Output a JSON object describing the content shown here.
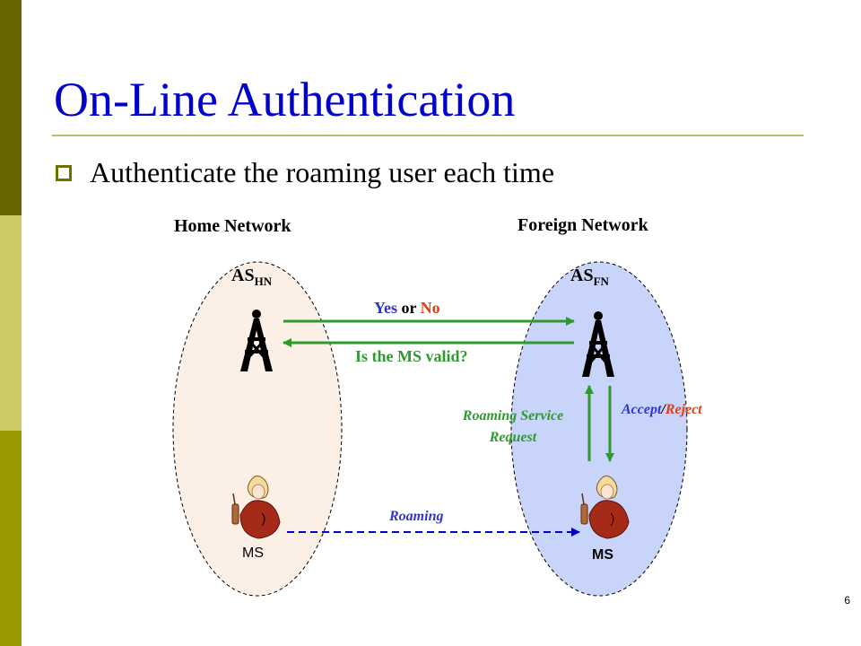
{
  "slide": {
    "title": "On-Line Authentication",
    "bullet": "Authenticate the roaming user each time",
    "page_number": "6"
  },
  "diagram": {
    "home_network_label": "Home Network",
    "foreign_network_label": "Foreign Network",
    "as_home": {
      "base": "AS",
      "sub": "HN"
    },
    "as_foreign": {
      "base": "AS",
      "sub": "FN"
    },
    "msg_yes": "Yes",
    "msg_or": "or",
    "msg_no": "No",
    "msg_query": "Is the MS valid?",
    "roaming_request": [
      "Roaming Service",
      "Request"
    ],
    "accept": "Accept",
    "slash": "/",
    "reject": "Reject",
    "roaming": "Roaming",
    "ms_home": "MS",
    "ms_foreign": "MS"
  },
  "colors": {
    "title": "#0000cc",
    "green_arrow": "#2e9a2e",
    "blue_text": "#3333cc",
    "red_text": "#e04010",
    "home_fill": "#fcefe6",
    "foreign_fill": "#c8d4fa"
  }
}
